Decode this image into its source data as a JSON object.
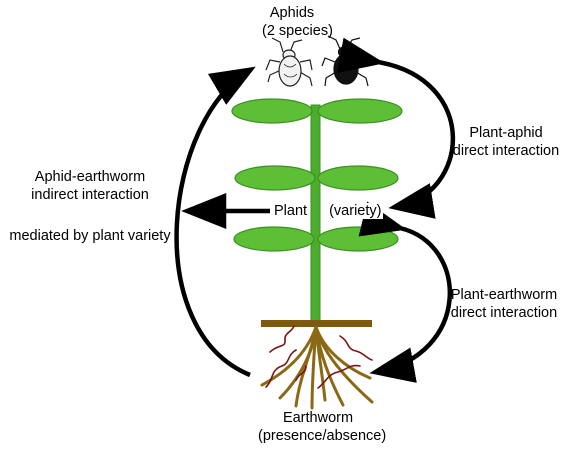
{
  "aphids": {
    "title": "Aphids",
    "subtitle": "(2 species)"
  },
  "plant": {
    "word": "Plant",
    "variety": "(variety)"
  },
  "earthworm": {
    "title": "Earthworm",
    "subtitle": "(presence/absence)"
  },
  "interactions": {
    "aphid_earthworm_line1": "Aphid-earthworm",
    "aphid_earthworm_line2": "indirect interaction",
    "aphid_earthworm_line3": "mediated by plant variety",
    "plant_aphid_line1": "Plant-aphid",
    "plant_aphid_line2": "direct interaction",
    "plant_earthworm_line1": "Plant-earthworm",
    "plant_earthworm_line2": "direct interaction"
  },
  "colors": {
    "leaf": "#5cbf35",
    "leaf_stroke": "#3f8f24",
    "stem": "#4cac2c",
    "root": "#8b6914",
    "soil_bar": "#7d5a10",
    "worm": "#7a1410",
    "arrow": "#000000",
    "aphid_black": "#111111"
  },
  "icons": [
    "aphid-light-icon",
    "aphid-dark-icon"
  ]
}
